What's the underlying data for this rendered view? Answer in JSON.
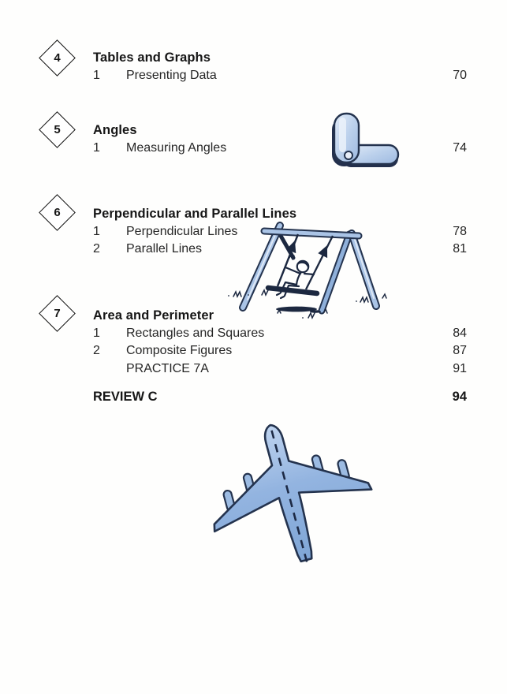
{
  "document": {
    "kind": "textbook table of contents page",
    "review": {
      "label": "REVIEW C",
      "page": "94"
    }
  },
  "toc": {
    "sections": [
      {
        "number": "4",
        "title": "Tables and Graphs",
        "items": [
          {
            "num": "1",
            "title": "Presenting Data",
            "page": "70"
          }
        ]
      },
      {
        "number": "5",
        "title": "Angles",
        "items": [
          {
            "num": "1",
            "title": "Measuring Angles",
            "page": "74"
          }
        ]
      },
      {
        "number": "6",
        "title": "Perpendicular and Parallel Lines",
        "items": [
          {
            "num": "1",
            "title": "Perpendicular Lines",
            "page": "78"
          },
          {
            "num": "2",
            "title": "Parallel Lines",
            "page": "81"
          }
        ]
      },
      {
        "number": "7",
        "title": "Area and Perimeter",
        "items": [
          {
            "num": "1",
            "title": "Rectangles and Squares",
            "page": "84"
          },
          {
            "num": "2",
            "title": "Composite Figures",
            "page": "87"
          },
          {
            "num": "",
            "title": "PRACTICE 7A",
            "page": "91"
          }
        ]
      }
    ]
  },
  "illustrations": {
    "angle_tool": "hinged-ruler-right-angle",
    "swing": "child-on-swing-with-parallel-arrows",
    "airplane": "airplane-top-view-with-dashed-symmetry-line"
  },
  "colors": {
    "ink": "#222222",
    "outline_navy": "#24334e",
    "fill_light_blue": "#cfdff2",
    "fill_mid_blue": "#9cbbe2",
    "shadow_navy": "#1c2840"
  }
}
